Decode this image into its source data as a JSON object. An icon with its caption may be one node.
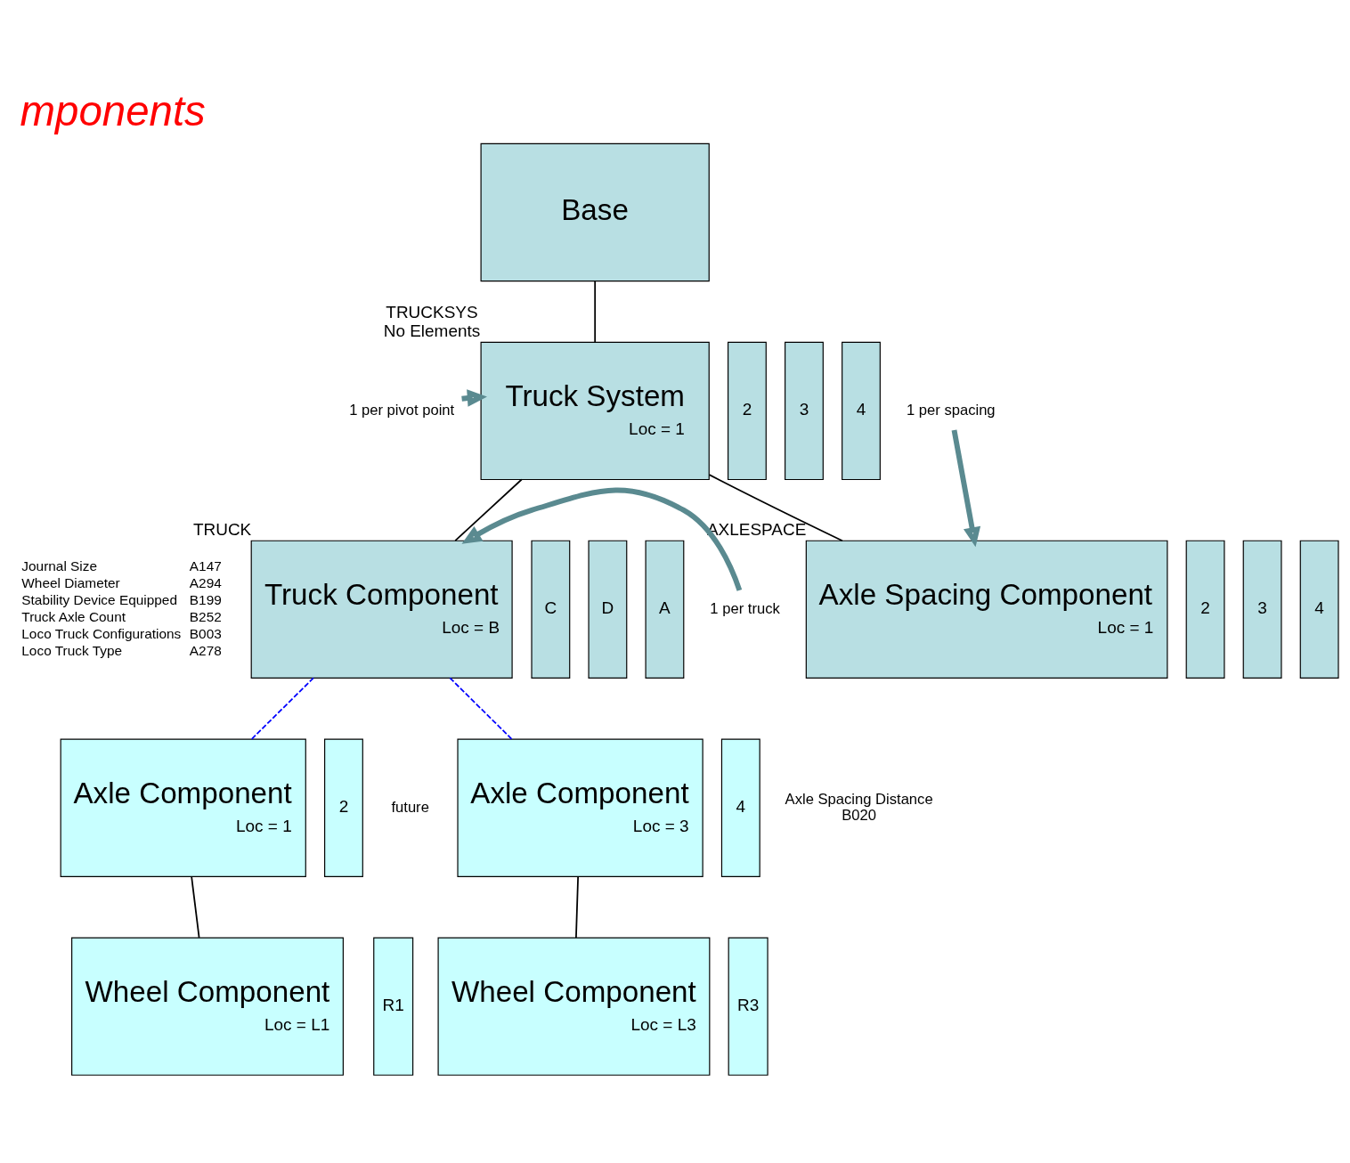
{
  "diagram": {
    "title": "mponents",
    "nodes": [
      {
        "text": [
          "Base"
        ]
      },
      {
        "text": [
          "Truck System",
          "Loc = 1"
        ],
        "beside": [
          "TRUCKSYS",
          "No Elements"
        ]
      },
      {
        "text": [
          "2"
        ]
      },
      {
        "text": [
          "3"
        ]
      },
      {
        "text": [
          "4"
        ]
      },
      {
        "text": [
          "1 per pivot point"
        ]
      },
      {
        "text": [
          "Truck Component",
          "Loc = B"
        ],
        "beside": [
          "TRUCK"
        ]
      },
      {
        "text": [
          "C"
        ]
      },
      {
        "text": [
          "D"
        ]
      },
      {
        "text": [
          "A"
        ]
      },
      {
        "text": [
          "1 per truck"
        ]
      },
      {
        "text": [
          "Axle Spacing Component",
          "Loc = 1"
        ],
        "beside": [
          "AXLESPACE"
        ]
      },
      {
        "text": [
          "2"
        ]
      },
      {
        "text": [
          "3"
        ]
      },
      {
        "text": [
          "4"
        ]
      },
      {
        "text": [
          "1 per spacing"
        ]
      },
      {
        "text": [
          "Axle Component",
          "Loc = 1"
        ]
      },
      {
        "text": [
          "2"
        ]
      },
      {
        "text": [
          "Axle Component",
          "Loc = 3"
        ]
      },
      {
        "text": [
          "4"
        ]
      },
      {
        "text": [
          "Wheel Component",
          "Loc = L1"
        ]
      },
      {
        "text": [
          "R1"
        ]
      },
      {
        "text": [
          "Wheel Component",
          "Loc = L3"
        ]
      },
      {
        "text": [
          "R3"
        ]
      }
    ],
    "edges": [
      {
        "from": 0,
        "to": 1,
        "arrow": "none"
      },
      {
        "from": 1,
        "to": 6,
        "arrow": "none"
      },
      {
        "from": 1,
        "to": 11,
        "arrow": "none"
      },
      {
        "from": 5,
        "to": 1,
        "arrow": "to",
        "style": "thick",
        "color": "#5a8a90"
      },
      {
        "from": 15,
        "to": 11,
        "arrow": "to",
        "style": "thick",
        "color": "#5a8a90"
      },
      {
        "from": 10,
        "to": 6,
        "arrow": "to",
        "style": "thick",
        "color": "#5a8a90"
      },
      {
        "from": 6,
        "to": 16,
        "arrow": "none",
        "style": "dashed",
        "color": "#0000ff"
      },
      {
        "from": 6,
        "to": 18,
        "arrow": "none",
        "style": "dashed",
        "color": "#0000ff"
      },
      {
        "from": 16,
        "to": 20,
        "arrow": "none"
      },
      {
        "from": 18,
        "to": 22,
        "arrow": "none"
      }
    ],
    "labels": [
      "Journal Size",
      "A147",
      "Wheel Diameter",
      "A294",
      "Stability Device Equipped",
      "B199",
      "Truck Axle Count",
      "B252",
      "Loco Truck Configurations",
      "B003",
      "Loco Truck Type",
      "A278",
      "future",
      "Axle Spacing Distance",
      "B020"
    ]
  }
}
